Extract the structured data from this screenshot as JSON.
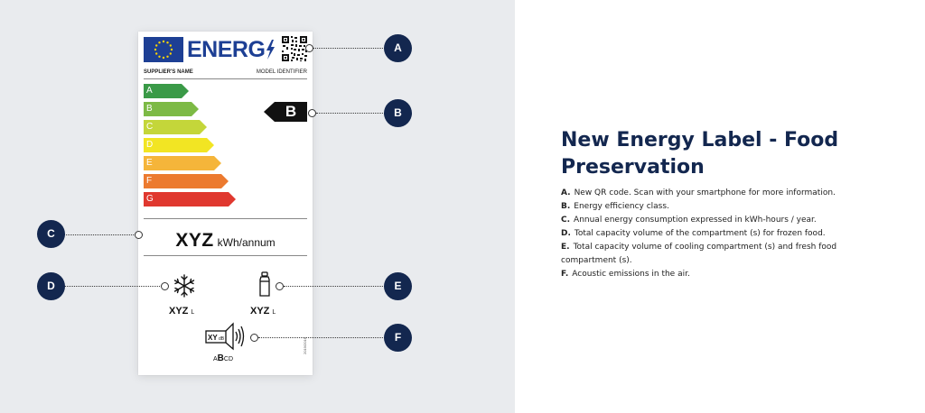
{
  "label": {
    "brand": "ENERG",
    "supplier": "SUPPLIER'S NAME",
    "model": "MODEL IDENTIFIER",
    "scale": [
      {
        "letter": "A",
        "color": "#3a9a47"
      },
      {
        "letter": "B",
        "color": "#7dba45"
      },
      {
        "letter": "C",
        "color": "#c4d63a"
      },
      {
        "letter": "D",
        "color": "#f2e523"
      },
      {
        "letter": "E",
        "color": "#f5b53a"
      },
      {
        "letter": "F",
        "color": "#ec7a2f"
      },
      {
        "letter": "G",
        "color": "#e0382f"
      }
    ],
    "current_class": "B",
    "consumption_value": "XYZ",
    "consumption_unit": "kWh/annum",
    "frozen_value": "XYZ",
    "frozen_unit": "L",
    "fresh_value": "XYZ",
    "fresh_unit": "L",
    "noise_value": "XY",
    "noise_unit": "dB",
    "noise_classes_pre": "A",
    "noise_classes_bold": "B",
    "noise_classes_post": "CD",
    "regulation": "2019/2016"
  },
  "callouts": {
    "a": "A",
    "b": "B",
    "c": "C",
    "d": "D",
    "e": "E",
    "f": "F"
  },
  "panel": {
    "title": "New Energy Label - Food Preservation",
    "items": [
      {
        "key": "A.",
        "text": "New QR code. Scan with your smartphone for more information."
      },
      {
        "key": "B.",
        "text": "Energy efficiency class."
      },
      {
        "key": "C.",
        "text": "Annual energy consumption expressed in kWh-hours / year."
      },
      {
        "key": "D.",
        "text": "Total capacity volume of the compartment (s) for frozen food."
      },
      {
        "key": "E.",
        "text": "Total capacity volume of cooling compartment (s) and fresh food compartment (s)."
      },
      {
        "key": "F.",
        "text": "Acoustic emissions in the air."
      }
    ]
  },
  "colors": {
    "navy": "#13274f",
    "eu_blue": "#1d3f94"
  }
}
